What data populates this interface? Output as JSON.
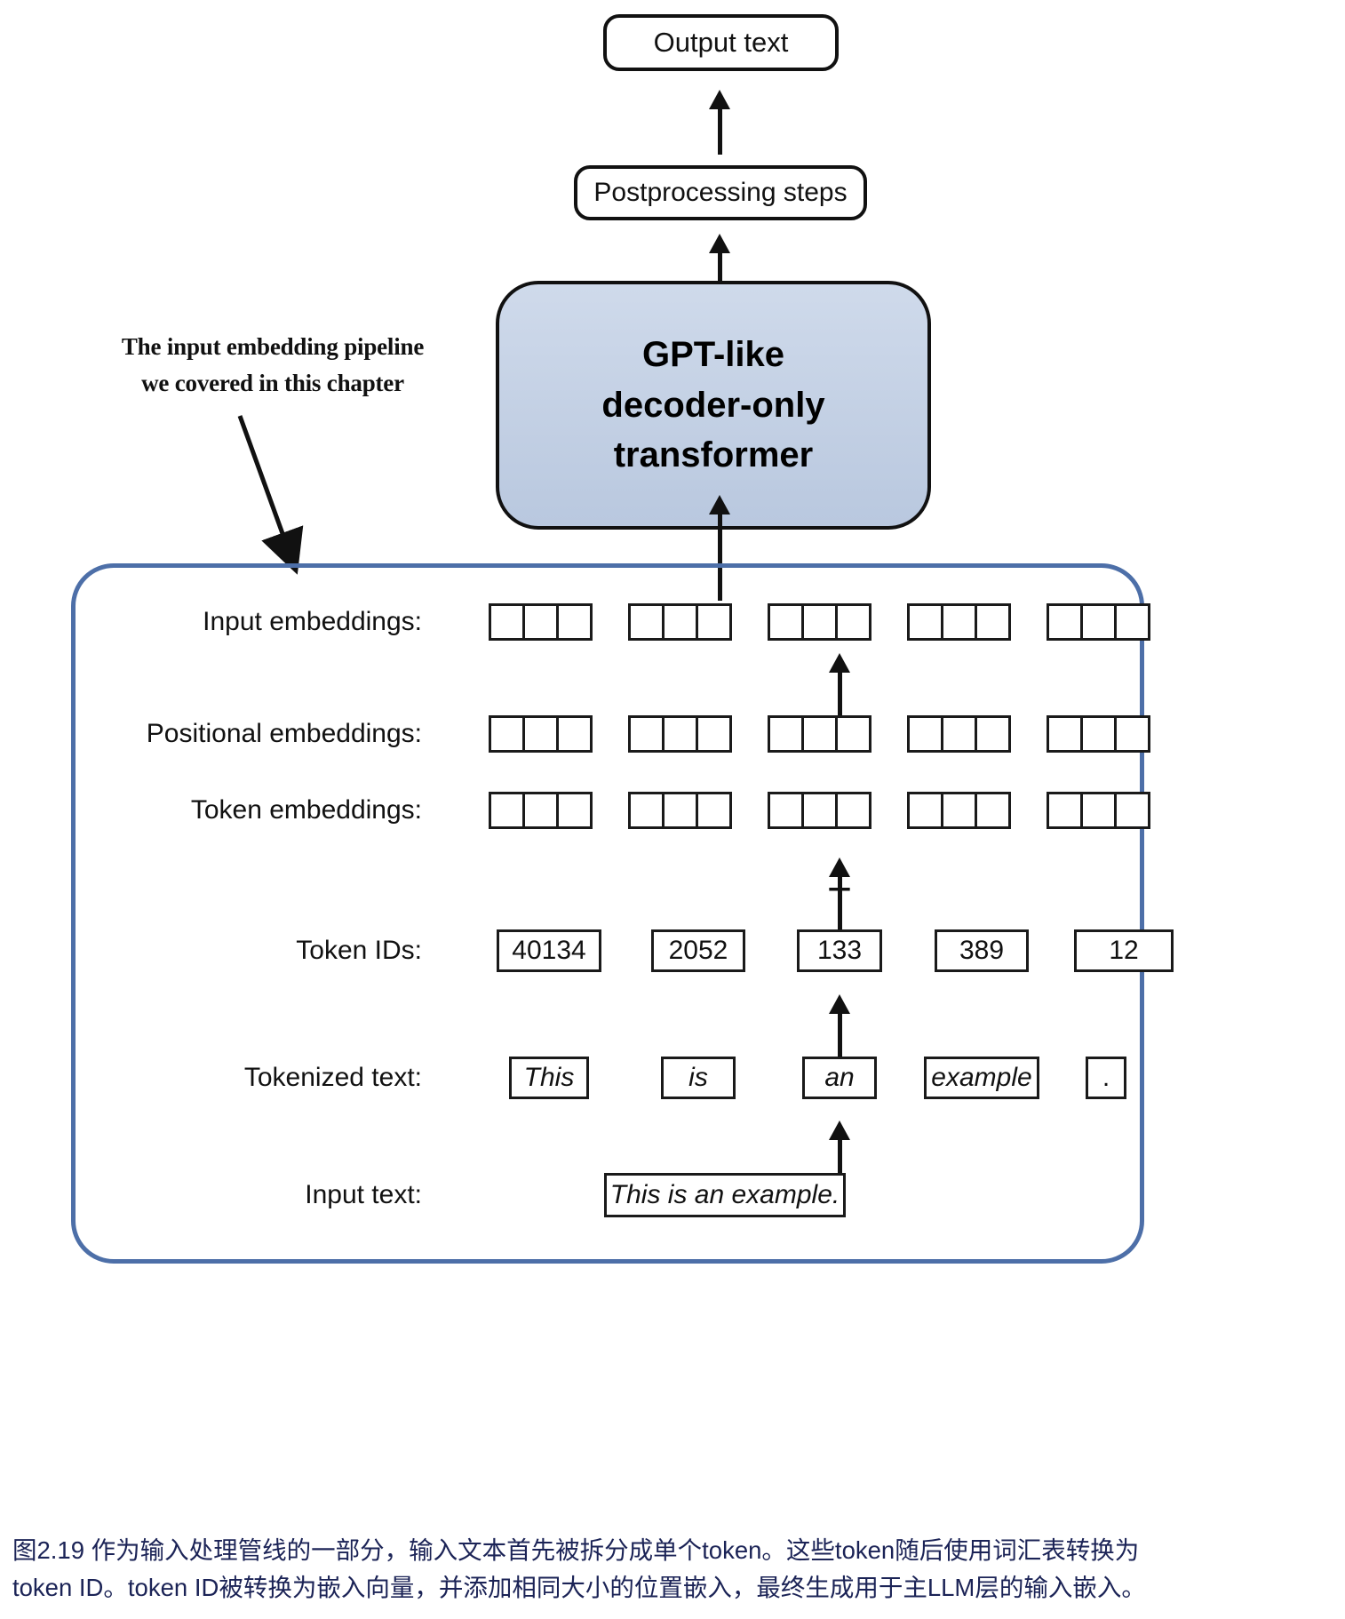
{
  "figure": {
    "top_boxes": {
      "output_text": "Output text",
      "postprocessing": "Postprocessing steps"
    },
    "model_block": {
      "line1": "GPT-like",
      "line2": "decoder-only",
      "line3": "transformer"
    },
    "annotation": {
      "line1": "The input embedding pipeline",
      "line2": "we covered in this chapter"
    },
    "row_labels": {
      "input_embeddings": "Input embeddings:",
      "positional_embeddings": "Positional embeddings:",
      "token_embeddings": "Token embeddings:",
      "token_ids": "Token IDs:",
      "tokenized_text": "Tokenized text:",
      "input_text": "Input text:"
    },
    "operator": {
      "plus": "+"
    },
    "token_ids": [
      "40134",
      "2052",
      "133",
      "389",
      "12"
    ],
    "tokens": [
      "This",
      "is",
      "an",
      "example",
      "."
    ],
    "input_text_value": "This is an example.",
    "embedding_vector_cells_per_token": 3,
    "embedding_vector_count": 5,
    "colors": {
      "pipeline_border": "#4d6fa8",
      "model_block_fill": "#c3d0e4",
      "outline": "#111111",
      "caption_text": "#1b2356"
    },
    "caption": {
      "line1": "图2.19 作为输入处理管线的一部分，输入文本首先被拆分成单个token。这些token随后使用词汇表转换为",
      "line2": "token ID。token ID被转换为嵌入向量，并添加相同大小的位置嵌入，最终生成用于主LLM层的输入嵌入。"
    }
  }
}
